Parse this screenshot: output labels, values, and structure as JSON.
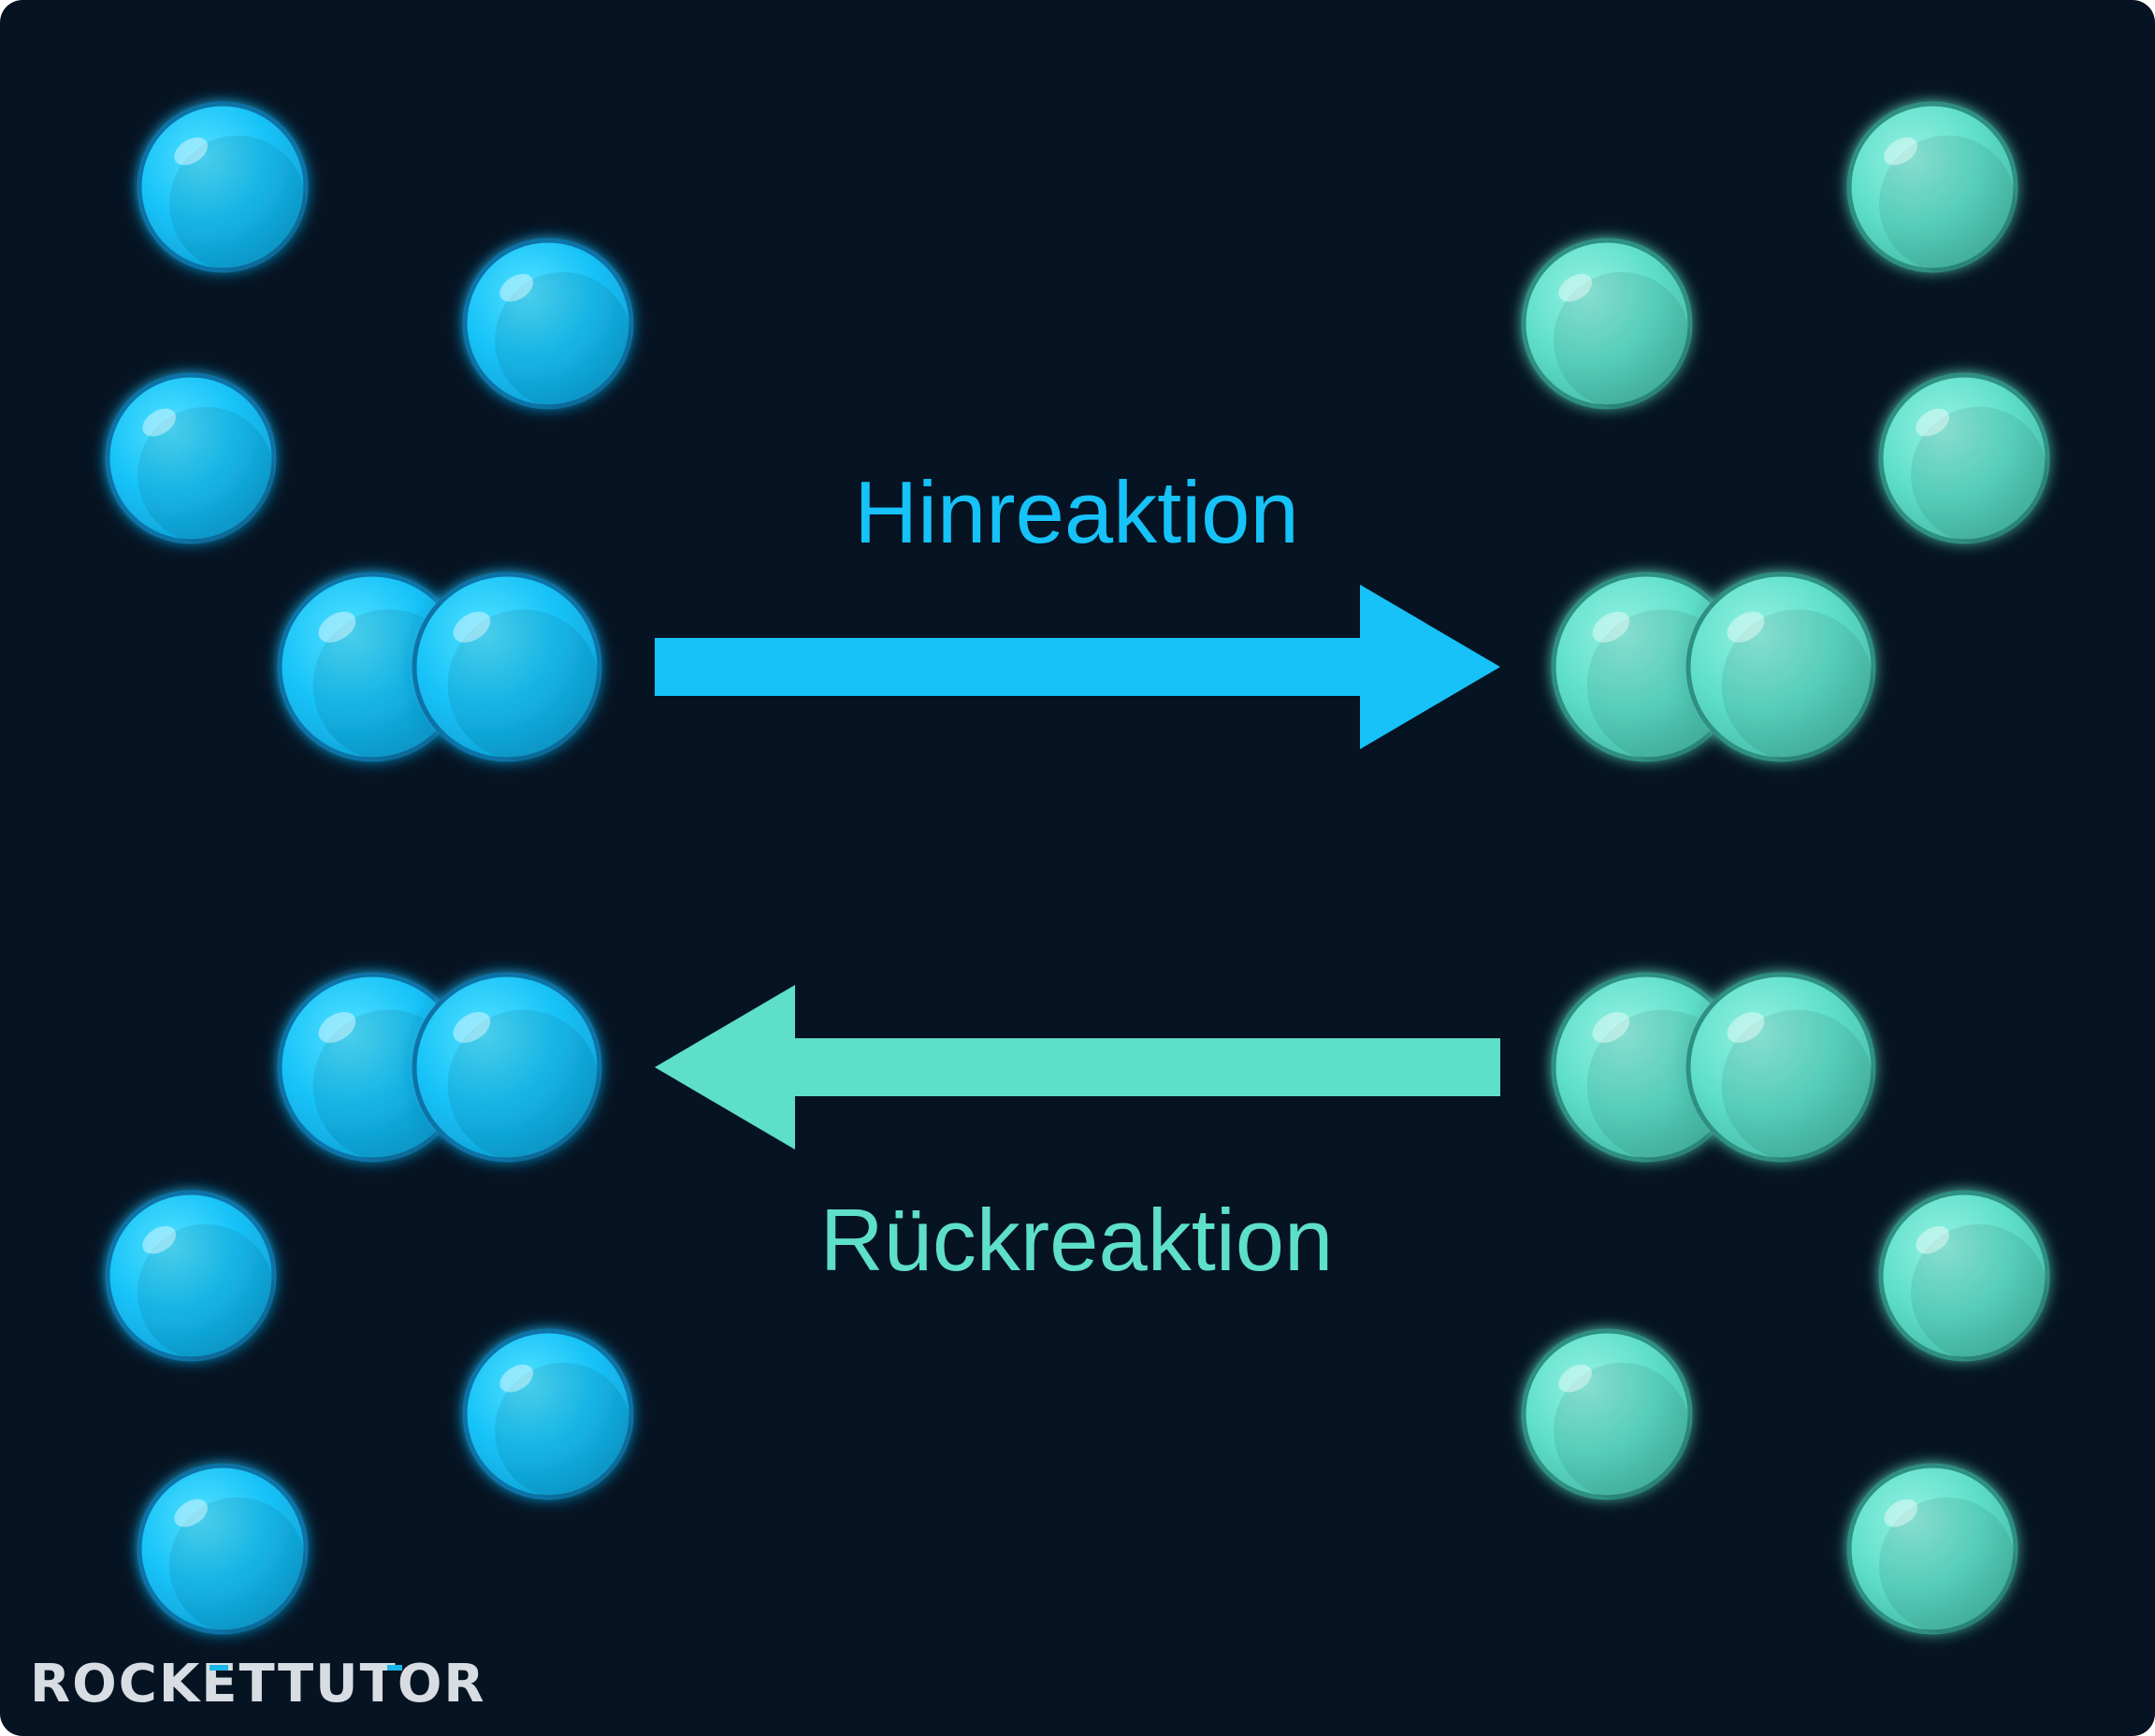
{
  "labels": {
    "forward": "Hinreaktion",
    "backward": "Rückreaktion"
  },
  "logo": {
    "text": "ROCKETTUTOR"
  },
  "colors": {
    "background": "#061322",
    "blue": "#16C2F8",
    "blueShade": "#0F9FD3",
    "blueOutline": "#0C73A7",
    "teal": "#5EDFCB",
    "tealShade": "#44B9A6",
    "tealOutline": "#2F8F82",
    "logoText": "#D7DDE3",
    "logoAccent": "#18B7E6"
  },
  "diagram": {
    "blue_particles": {
      "count": 10,
      "color": "#16C2F8"
    },
    "teal_particles": {
      "count": 10,
      "color": "#5EDFCB"
    },
    "arrows": [
      {
        "direction": "right",
        "color": "#16C2F8"
      },
      {
        "direction": "left",
        "color": "#5EDFCB"
      }
    ]
  }
}
